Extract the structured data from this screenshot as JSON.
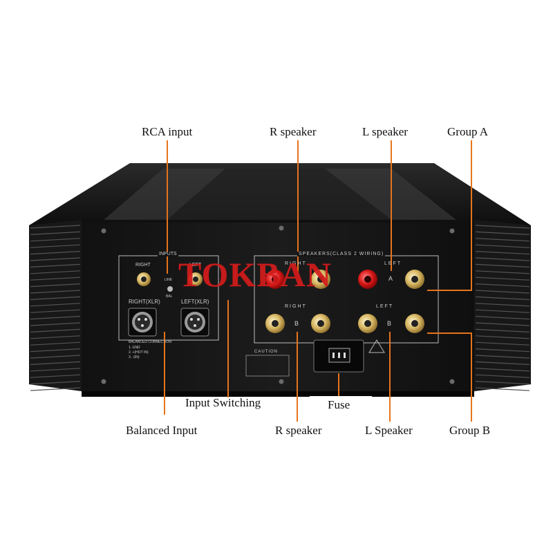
{
  "callouts": {
    "rca_input": "RCA input",
    "r_speaker_top": "R speaker",
    "l_speaker_top": "L speaker",
    "group_a": "Group A",
    "input_switching": "Input Switching",
    "fuse": "Fuse",
    "balanced_input": "Balanced Input",
    "r_speaker_bottom": "R speaker",
    "l_speaker_bottom": "L Speaker",
    "group_b": "Group B"
  },
  "panel": {
    "inputs_title": "INPUTS",
    "right": "RIGHT",
    "left": "LEFT",
    "right_xlr": "RIGHT(XLR)",
    "left_xlr": "LEFT(XLR)",
    "line": "LINE",
    "bal": "BAL",
    "balanced_connection": "BALANCED CONNECTION",
    "pin1": "1. GND",
    "pin2": "2. +(HOT IN)",
    "pin3": "3. -(IN)",
    "speakers_title": "SPEAKERS(CLASS 2 WIRING)",
    "spk_right": "RIGHT",
    "spk_left": "LEFT",
    "group_a_mark": "A",
    "group_b_mark": "B",
    "caution": "CAUTION"
  },
  "watermark": "TOKBAN",
  "colors": {
    "leader": "#e8741c",
    "chassis": "#141414",
    "watermark": "#d41c1c"
  }
}
